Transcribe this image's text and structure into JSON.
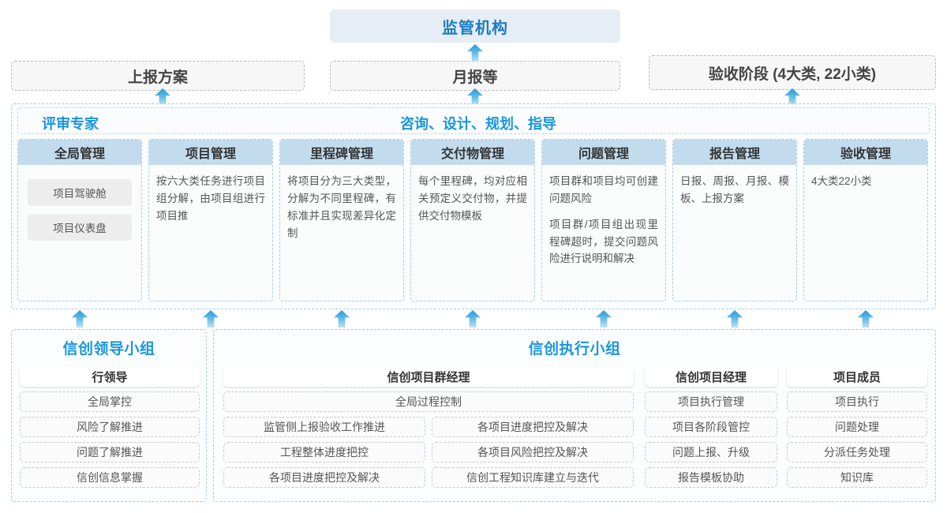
{
  "top": {
    "regulator": "监管机构",
    "reports": [
      {
        "label": "上报方案"
      },
      {
        "label": "月报等"
      },
      {
        "label": "验收阶段 (4大类, 22小类)"
      }
    ]
  },
  "middle": {
    "header_labels": {
      "expert": "评审专家",
      "consulting": "咨询、设计、规划、指导"
    },
    "columns": [
      {
        "title": "全局管理",
        "pills": [
          "项目驾驶舱",
          "项目仪表盘"
        ],
        "paragraphs": []
      },
      {
        "title": "项目管理",
        "pills": [],
        "paragraphs": [
          "按六大类任务进行项目组分解，由项目组进行项目推"
        ]
      },
      {
        "title": "里程碑管理",
        "pills": [],
        "paragraphs": [
          "将项目分为三大类型，分解为不同里程碑，有标准并且实现差异化定制"
        ]
      },
      {
        "title": "交付物管理",
        "pills": [],
        "paragraphs": [
          "每个里程碑，均对应相关预定义交付物，并提供交付物模板"
        ]
      },
      {
        "title": "问题管理",
        "pills": [],
        "paragraphs": [
          "项目群和项目均可创建问题风险",
          "项目群/项目组出现里程碑超时，提交问题风险进行说明和解决"
        ]
      },
      {
        "title": "报告管理",
        "pills": [],
        "paragraphs": [
          "日报、周报、月报、模板、上报方案"
        ]
      },
      {
        "title": "验收管理",
        "pills": [],
        "paragraphs": [
          "4大类22小类"
        ]
      }
    ]
  },
  "bottom": {
    "left_group": {
      "title": "信创领导小组",
      "role": "行领导",
      "tasks": [
        "全局掌控",
        "风险了解推进",
        "问题了解推进",
        "信创信息掌握"
      ]
    },
    "right_group": {
      "title": "信创执行小组",
      "program_manager": {
        "role": "信创项目群经理",
        "full_width_task": "全局过程控制",
        "tasks_left": [
          "监管侧上报验收工作推进",
          "工程整体进度把控",
          "各项目进度把控及解决"
        ],
        "tasks_right": [
          "各项目进度把控及解决",
          "各项目风险把控及解决",
          "信创工程知识库建立与迭代"
        ]
      },
      "project_manager": {
        "role": "信创项目经理",
        "tasks": [
          "项目执行管理",
          "项目各阶段管控",
          "问题上报、升级",
          "报告模板协助"
        ]
      },
      "members": {
        "role": "项目成员",
        "tasks": [
          "项目执行",
          "问题处理",
          "分派任务处理",
          "知识库"
        ]
      }
    }
  },
  "colors": {
    "accent": "#1a96de",
    "regulator_bg": "#e6edf5",
    "column_header_bg": "#c2dced",
    "arrow": "#5cb8e6",
    "dashed_border": "#9fd0ea"
  }
}
